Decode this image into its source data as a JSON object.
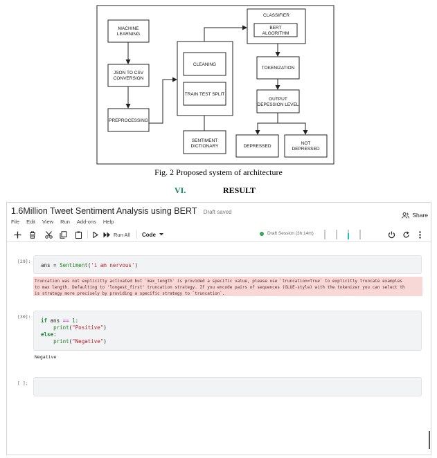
{
  "diagram": {
    "nodes": {
      "machine_learning": "MACHINE LEARNING",
      "json_to_csv": "JSON TO CSV CONVERSION",
      "preprocessing": "PREPROCESSING",
      "cleaning": "CLEANING",
      "train_test_split": "TRAIN TEST SPLIT",
      "sentiment_dictionary": "SENTIMENT DICTIONARY",
      "classifier": "CLASSIFIER",
      "bert_algorithm": "BERT ALGORITHM",
      "tokenization": "TOKENIZATION",
      "output_level": "OUTPUT DEPESSION LEVEL",
      "depressed": "DEPRESSED",
      "not_depressed": "NOT DEPRESSED"
    },
    "caption": "Fig. 2  Proposed system of architecture"
  },
  "section": {
    "number": "VI.",
    "title": "RESULT"
  },
  "notebook": {
    "title": "1.6Million Tweet Sentiment Analysis using BERT",
    "draft_status": "Draft saved",
    "share_label": "Share",
    "menu": [
      "File",
      "Edit",
      "View",
      "Run",
      "Add-ons",
      "Help"
    ],
    "toolbar": {
      "run_all_label": "Run All",
      "cell_type": "Code",
      "session": "Draft Session (3h:14m)"
    },
    "cells": [
      {
        "label": "[29]:",
        "code": [
          "ans = Sentiment('i am nervous')"
        ],
        "warning": [
          "Truncation was not explicitly activated but `max_length` is provided a specific value, please use `truncation=True` to explicitly truncate examples",
          "to max length. Defaulting to 'longest_first' truncation strategy. If you encode pairs of sequences (GLUE-style) with the tokenizer you can select th",
          "is strategy more precisely by providing a specific strategy to `truncation`."
        ]
      },
      {
        "label": "[30]:",
        "code": [
          "if ans == 1:",
          "    print(\"Positive\")",
          "else:",
          "    print(\"Negative\")"
        ],
        "output": "Negative"
      },
      {
        "label": "[ ]:"
      }
    ]
  },
  "colors": {
    "session_dot": "#34a853",
    "warning_bg": "#f8d7d7",
    "meter_fill": "#20beb4"
  }
}
